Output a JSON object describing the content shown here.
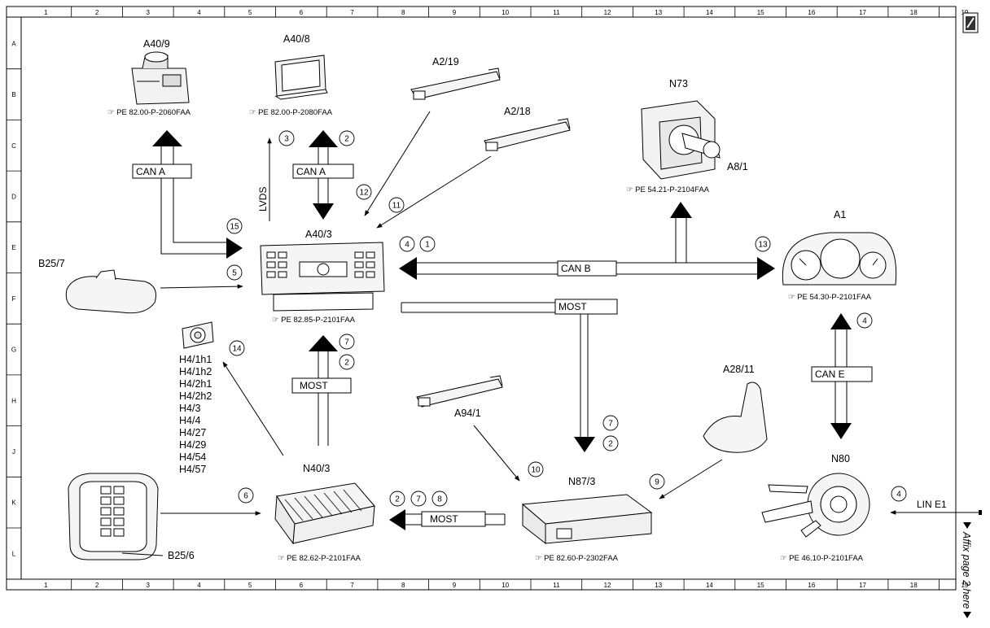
{
  "grid": {
    "columns": [
      "1",
      "2",
      "3",
      "4",
      "5",
      "6",
      "7",
      "8",
      "9",
      "10",
      "11",
      "12",
      "13",
      "14",
      "15",
      "16",
      "17",
      "18",
      "19"
    ],
    "rows": [
      "A",
      "B",
      "C",
      "D",
      "E",
      "F",
      "G",
      "H",
      "J",
      "K",
      "L"
    ]
  },
  "components": {
    "a40_9": {
      "code": "A40/9",
      "ref": "PE 82.00-P-2060FAA"
    },
    "a40_8": {
      "code": "A40/8",
      "ref": "PE 82.00-P-2080FAA"
    },
    "a2_19": {
      "code": "A2/19"
    },
    "a2_18": {
      "code": "A2/18"
    },
    "n73": {
      "code": "N73",
      "ref": "PE 54.21-P-2104FAA"
    },
    "a8_1": {
      "code": "A8/1"
    },
    "a1": {
      "code": "A1",
      "ref": "PE 54.30-P-2101FAA"
    },
    "a40_3": {
      "code": "A40/3",
      "ref": "PE 82.85-P-2101FAA"
    },
    "b25_7": {
      "code": "B25/7"
    },
    "h4": {
      "codes": [
        "H4/1h1",
        "H4/1h2",
        "H4/2h1",
        "H4/2h2",
        "H4/3",
        "H4/4",
        "H4/27",
        "H4/29",
        "H4/54",
        "H4/57"
      ]
    },
    "a28_11": {
      "code": "A28/11"
    },
    "a94_1": {
      "code": "A94/1"
    },
    "n80": {
      "code": "N80",
      "ref": "PE 46.10-P-2101FAA"
    },
    "n40_3": {
      "code": "N40/3",
      "ref": "PE 82.62-P-2101FAA"
    },
    "n87_3": {
      "code": "N87/3",
      "ref": "PE 82.60-P-2302FAA"
    },
    "b25_6": {
      "code": "B25/6"
    }
  },
  "buses": {
    "can_a_left": "CAN A",
    "can_a_mid": "CAN A",
    "lvds": "LVDS",
    "can_b": "CAN B",
    "most_top": "MOST",
    "most_mid": "MOST",
    "most_bottom": "MOST",
    "can_e": "CAN E",
    "lin_e1": "LIN E1"
  },
  "markers": {
    "m_3": "3",
    "m_2a": "2",
    "m_12": "12",
    "m_11": "11",
    "m_15": "15",
    "m_4a": "4",
    "m_1": "1",
    "m_13": "13",
    "m_5": "5",
    "m_14": "14",
    "m_7a": "7",
    "m_2b": "2",
    "m_4b": "4",
    "m_7b": "7",
    "m_2c": "2",
    "m_10": "10",
    "m_9": "9",
    "m_6": "6",
    "m_2d": "2",
    "m_7c": "7",
    "m_8": "8",
    "m_4c": "4"
  },
  "side_note": "Affix page 2 here"
}
